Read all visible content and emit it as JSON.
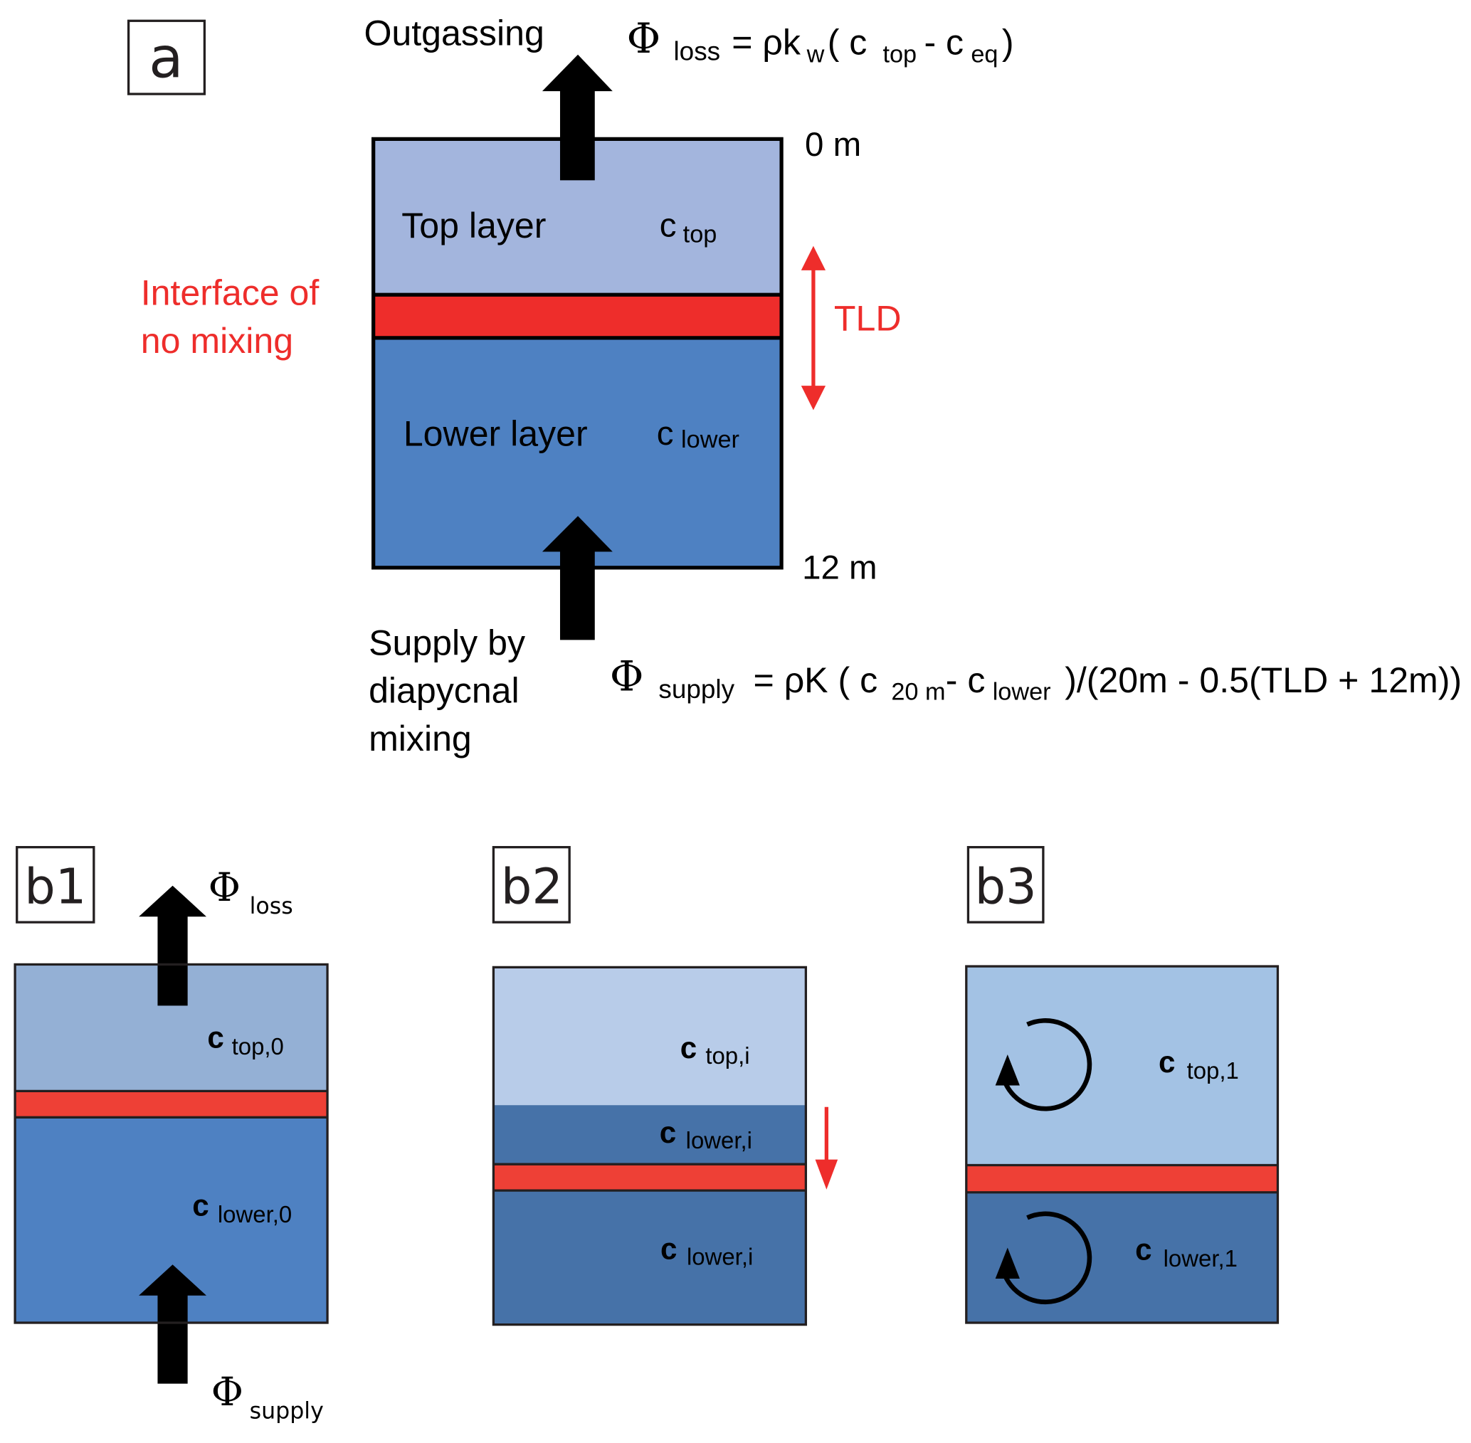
{
  "colors": {
    "top_layer_a": "#A3B5DD",
    "lower_layer_a": "#4E81C2",
    "interface": "#EE2D2B",
    "top_layer_b1": "#94B0D5",
    "lower_layer_b1": "#4E81C2",
    "top_layer_b2": "#B8CCE9",
    "lower_layer_b2": "#4672A8",
    "top_layer_b3": "#A3C2E4",
    "lower_layer_b3": "#4672A8",
    "red_text": "#EE2D2B",
    "black": "#000000"
  },
  "panel_a": {
    "label": "a",
    "outgassing": "Outgassing",
    "phi": "Φ",
    "loss_sub": "loss",
    "loss_eq": "= ρk",
    "loss_w": "w",
    "loss_paren": " ( c",
    "loss_top": "top",
    "loss_minus": "- c",
    "loss_eq_sub": "eq",
    "loss_close": ")",
    "depth_top": "0 m",
    "depth_bottom": "12 m",
    "top_layer": "Top layer",
    "c": "c",
    "top_sub": "top",
    "lower_layer": "Lower layer",
    "lower_sub": "lower",
    "interface_line1": "Interface of",
    "interface_line2": "no mixing",
    "tld": "TLD",
    "supply_line1": "Supply by",
    "supply_line2": "diapycnal",
    "supply_line3": "mixing",
    "supply_sub": "supply",
    "supply_eq": "= ρK ( c",
    "supply_20m": "20 m",
    "supply_minus": "- c",
    "supply_lower": "lower",
    "supply_rest": ")/(20m - 0.5(TLD + 12m))"
  },
  "panel_b1": {
    "label": "b1",
    "phi": "Φ",
    "loss_sub": "loss",
    "supply_sub": "supply",
    "c": "c",
    "top_sub": "top,0",
    "lower_sub": "lower,0"
  },
  "panel_b2": {
    "label": "b2",
    "c": "c",
    "top_sub": "top,i",
    "lower_sub_1": "lower,i",
    "lower_sub_2": "lower,i"
  },
  "panel_b3": {
    "label": "b3",
    "c": "c",
    "top_sub": "top,1",
    "lower_sub": "lower,1"
  }
}
